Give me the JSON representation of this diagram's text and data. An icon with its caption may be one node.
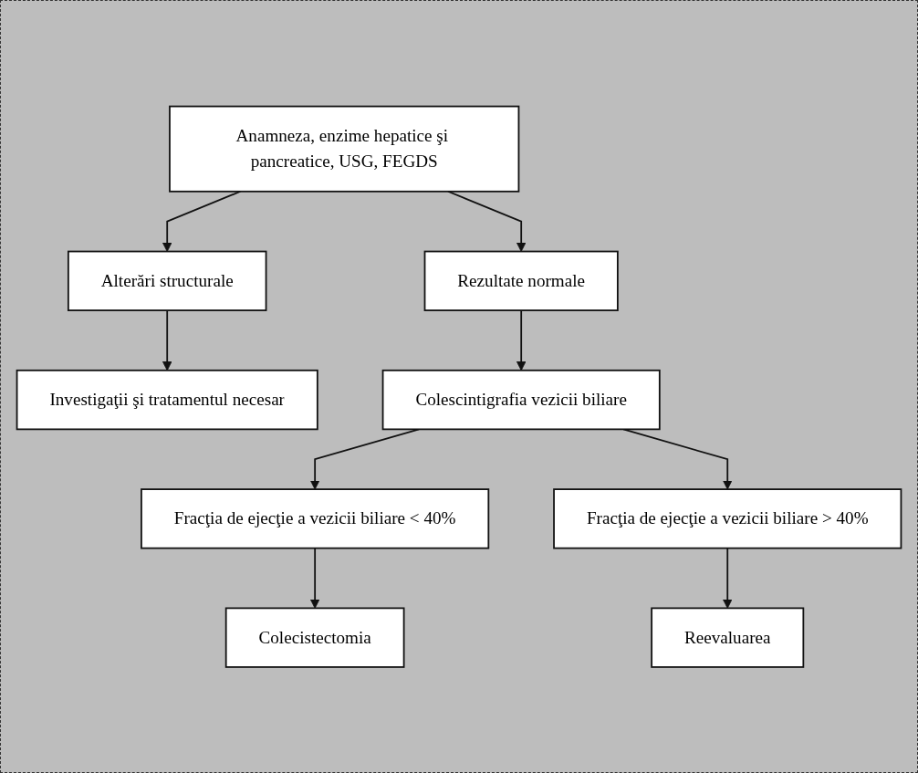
{
  "diagram": {
    "nodes": [
      {
        "text": [
          "Anamneza, enzime hepatice şi pancreatice, USG, FEGDS"
        ]
      },
      {
        "text": [
          "Alterări structurale"
        ]
      },
      {
        "text": [
          "Rezultate normale"
        ]
      },
      {
        "text": [
          "Investigaţii şi tratamentul necesar"
        ]
      },
      {
        "text": [
          "Colescintigrafia vezicii biliare"
        ]
      },
      {
        "text": [
          "Fracţia de ejecţie a vezicii biliare < 40%"
        ]
      },
      {
        "text": [
          "Fracţia de ejecţie a vezicii biliare > 40%"
        ]
      },
      {
        "text": [
          "Colecistectomia"
        ]
      },
      {
        "text": [
          "Reevaluarea"
        ]
      }
    ],
    "edges": [
      {
        "from": 0,
        "to": 1,
        "arrow": "to"
      },
      {
        "from": 0,
        "to": 2,
        "arrow": "to"
      },
      {
        "from": 1,
        "to": 3,
        "arrow": "to"
      },
      {
        "from": 2,
        "to": 4,
        "arrow": "to"
      },
      {
        "from": 4,
        "to": 5,
        "arrow": "to"
      },
      {
        "from": 4,
        "to": 6,
        "arrow": "to"
      },
      {
        "from": 5,
        "to": 7,
        "arrow": "to"
      },
      {
        "from": 6,
        "to": 8,
        "arrow": "to"
      }
    ]
  }
}
